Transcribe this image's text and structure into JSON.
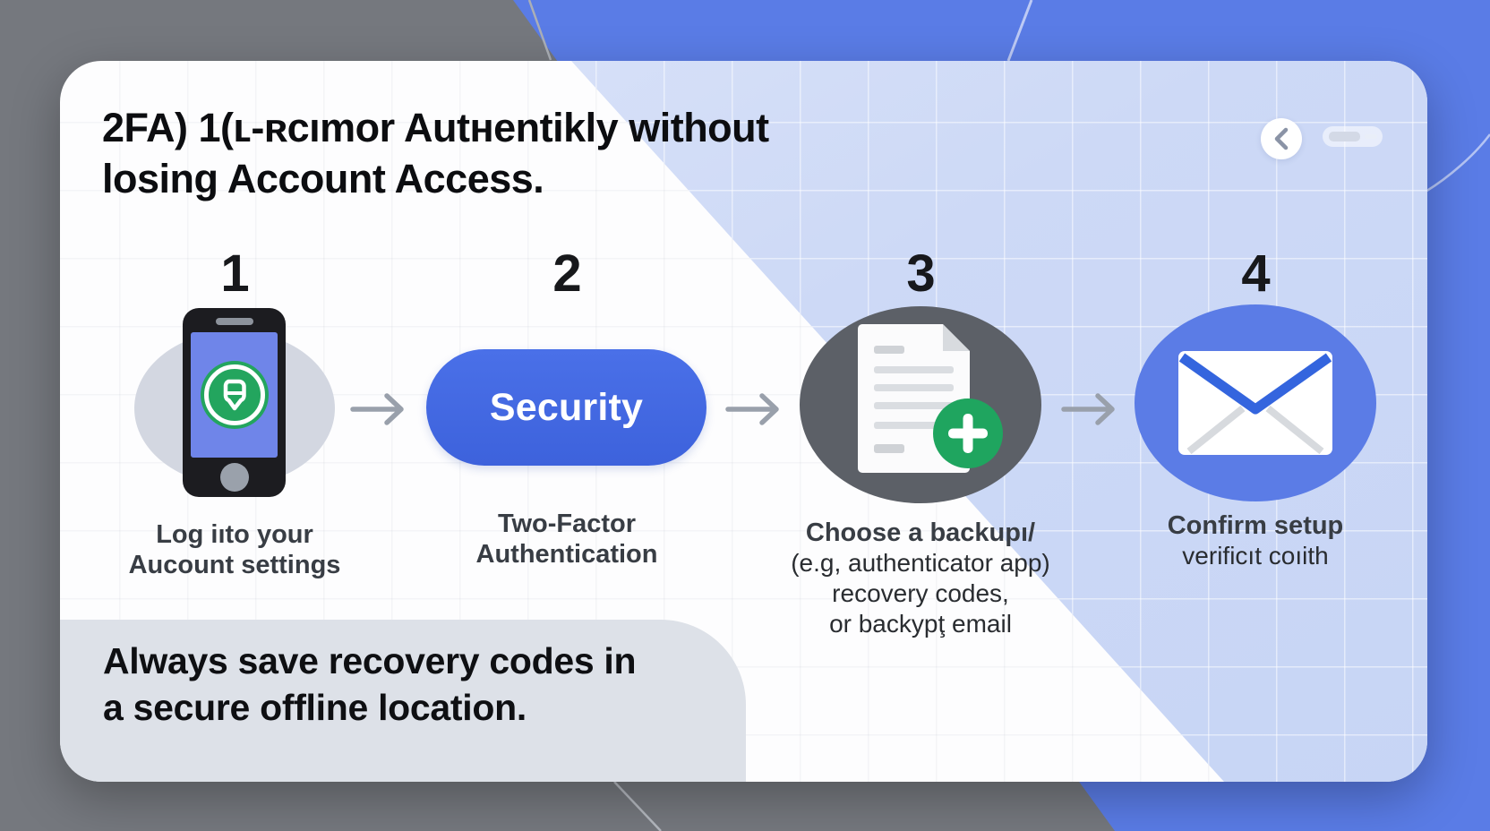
{
  "card": {
    "title_lines": [
      "2FA) 1(ʟ-ʀᴄımor Autʜentikly without",
      "losing Account Access."
    ],
    "note_lines": [
      "Always save recovery codes in",
      "a secure offline location."
    ]
  },
  "nav": {
    "back_icon": "chevron-left"
  },
  "steps": [
    {
      "number": "1",
      "icon": "phone-with-lock",
      "bold_lines": [
        "Log iıto your",
        "Auᴄount settings"
      ]
    },
    {
      "number": "2",
      "button_label": "Security",
      "bold_lines": [
        "Two-Factor",
        "Authentication"
      ]
    },
    {
      "number": "3",
      "icon": "document-with-plus",
      "bold_lines": [
        "Choose a backupı/"
      ],
      "sub_lines": [
        "(e.g, authenticator app)",
        "recovery codes,",
        "or backypţ email"
      ]
    },
    {
      "number": "4",
      "icon": "email-envelope",
      "bold_lines": [
        "Confirm setup"
      ],
      "sub_lines": [
        "verificıt coıith"
      ]
    }
  ],
  "colors": {
    "outer_gray": "#75787e",
    "outer_blue": "#5a7ce6",
    "card_blue": "#cdd9f6",
    "accent_blue": "#4267e1",
    "green": "#23a55e",
    "dark_ellipse": "#5c6067",
    "light_ellipse": "#d3d7e1",
    "note_gray": "#dde1e8"
  }
}
